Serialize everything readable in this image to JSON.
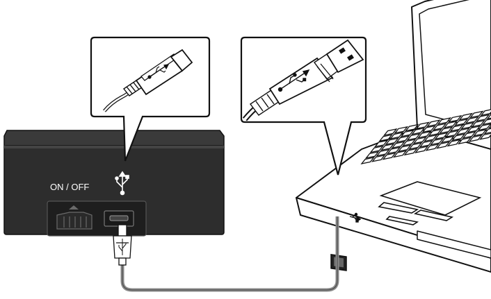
{
  "device": {
    "power_label": "ON / OFF",
    "usb_symbol_icon": "usb-trident-icon",
    "switch_icon": "power-slide-switch-icon"
  },
  "callouts": {
    "left": {
      "content": "micro-usb-plug-closeup",
      "icon": "usb-trident-icon"
    },
    "right": {
      "content": "usb-a-plug-closeup",
      "icon": "usb-trident-icon"
    }
  },
  "laptop": {
    "port_icon": "usb-trident-icon"
  },
  "colors": {
    "device_body": "#2b2b2b",
    "device_top": "#3a3a3a",
    "cable": "#8a8a8a",
    "outline": "#111111",
    "background": "#ffffff"
  }
}
